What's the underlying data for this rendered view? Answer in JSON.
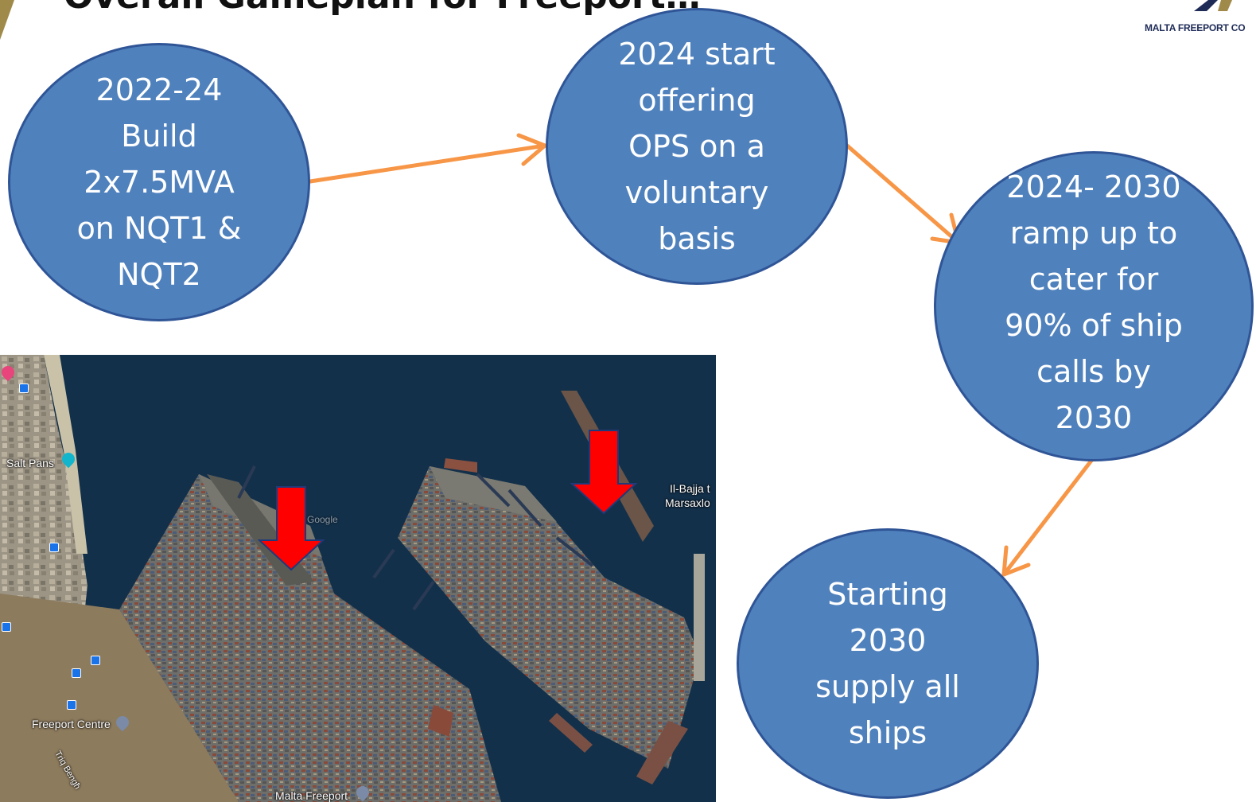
{
  "slide": {
    "title": "Overall Gameplan for Freeport…",
    "logo_text": "MALTA FREEPORT CO"
  },
  "bubbles": [
    {
      "id": "bubble-2022-24",
      "text": "2022-24\nBuild\n2x7.5MVA\non NQT1 &\nNQT2"
    },
    {
      "id": "bubble-2024-start",
      "text": "2024 start\noffering\nOPS on a\nvoluntary\nbasis"
    },
    {
      "id": "bubble-2024-2030",
      "text": "2024- 2030\nramp up to\ncater for\n90% of ship\ncalls by\n2030"
    },
    {
      "id": "bubble-2030",
      "text": "Starting\n2030\nsupply all\nships"
    }
  ],
  "map": {
    "labels": {
      "salt_pans": "Salt Pans",
      "bajja_line1": "Il-Bajja t",
      "bajja_line2": "Marsaxlo",
      "freeport_centre": "Freeport Centre",
      "malta_freeport": "Malta Freeport",
      "triq": "Triq Bengħ",
      "google": "Google"
    }
  },
  "colors": {
    "bubble_fill": "#4f81bd",
    "bubble_border": "#2f5597",
    "arrow": "#f79646",
    "marker_arrow": "#ff0000",
    "gold": "#a08a4a"
  }
}
